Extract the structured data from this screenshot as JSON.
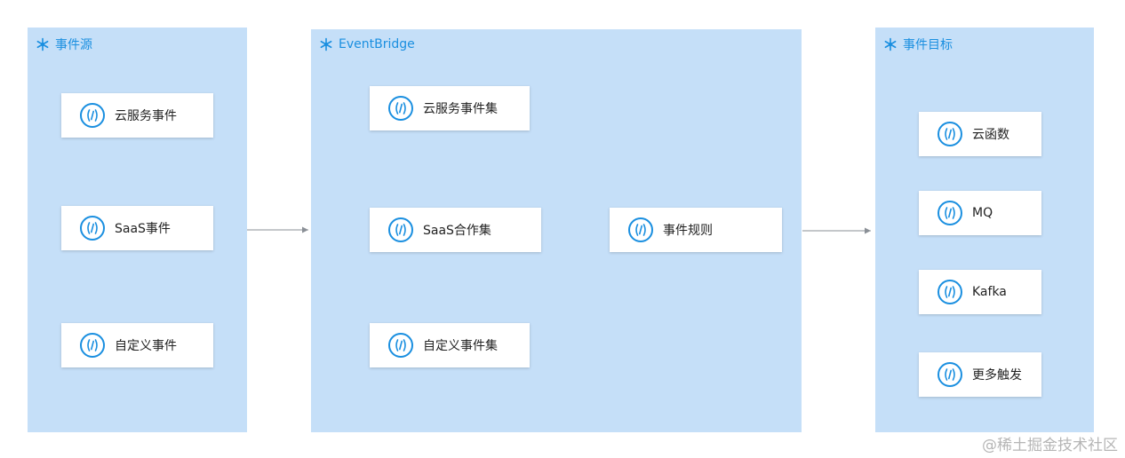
{
  "colors": {
    "panel_bg": "#c5dff8",
    "accent": "#1a8fe0",
    "connector": "#8a8f96"
  },
  "panels": {
    "source": {
      "title": "事件源",
      "icon": "snowflake-icon",
      "nodes": [
        "云服务事件",
        "SaaS事件",
        "自定义事件"
      ]
    },
    "bridge": {
      "title": "EventBridge",
      "icon": "snowflake-icon",
      "nodes": [
        "云服务事件集",
        "SaaS合作集",
        "自定义事件集"
      ],
      "rule": "事件规则"
    },
    "target": {
      "title": "事件目标",
      "icon": "snowflake-icon",
      "nodes": [
        "云函数",
        "MQ",
        "Kafka",
        "更多触发"
      ]
    }
  },
  "node_icon": "function-icon",
  "watermark": "@稀土掘金技术社区"
}
